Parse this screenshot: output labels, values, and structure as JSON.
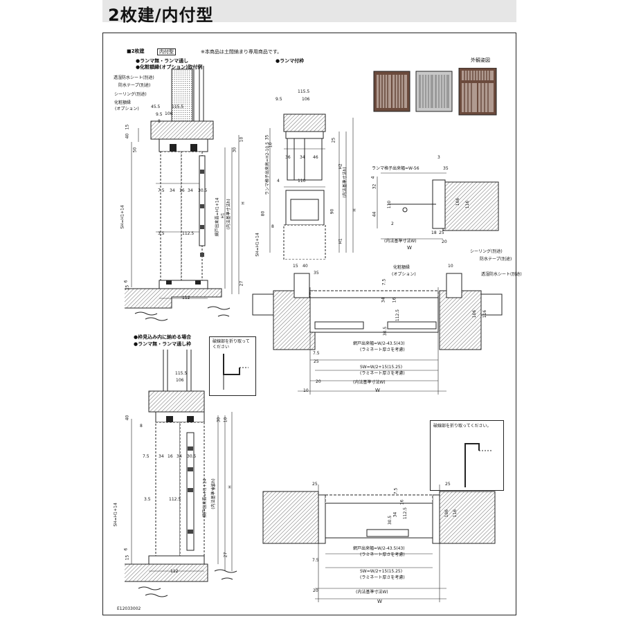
{
  "header": {
    "title": "2枚建/内付型"
  },
  "section_a": {
    "title": "■2枚建",
    "badge": "内付型",
    "note": "※本商品は土間納まり専用商品です。",
    "bullet1": "●ランマ無・ランマ通し",
    "bullet2": "●化粧額縁(オプション)取付例",
    "bullet3": "●ランマ付枠",
    "callout_1": "透湿防水シート(別途)",
    "callout_2": "防水テープ(別途)",
    "callout_3": "シーリング(別途)",
    "callout_4": "化粧額縁",
    "callout_5": "(オプション)",
    "external_view": "外観姿図",
    "figure_labels": [
      "",
      "",
      ""
    ]
  },
  "section_b": {
    "bullet1": "●枠見込み内に納める場合",
    "bullet2": "●ランマ無・ランマ通し枠",
    "note_1": "破線部を折り取って",
    "note_2": "ください",
    "note_3": "破線部を折り取ってください。"
  },
  "dimensions": {
    "lv_115_5": "115.5",
    "lv_106": "106",
    "lv_45_5": "45.5",
    "lv_9_5": "9.5",
    "lv_8": "8",
    "lv_40": "40",
    "lv_15": "15",
    "lv_50": "50",
    "lv_30": "30",
    "lv_10": "10",
    "lv_7_5": "7.5",
    "lv_34a": "34",
    "lv_16": "16",
    "lv_34b": "34",
    "lv_30_5": "30.5",
    "lv_3_5": "3.5",
    "lv_112_5": "112.5",
    "lv_6": "6",
    "lv_15b": "15",
    "lv_27": "27",
    "lv_112": "112",
    "lv_sh": "SH=H1+14",
    "lv_amido": "網戸出来高=H1+14",
    "lv_h1": "H1",
    "lv_h": "H",
    "lv_uchi": "(内法基準寸法h)",
    "rn_115_5": "115.5",
    "rn_106": "106",
    "rn_9_5": "9.5",
    "rn_35": "35",
    "rn_10": "10",
    "rn_36": "36",
    "rn_34": "34",
    "rn_46": "46",
    "rn_25": "25",
    "rn_4": "4",
    "rn_110": "110",
    "rn_8": "8",
    "rn_80": "80",
    "rn_90": "90",
    "rn_h2": "H2",
    "rn_h1": "H1",
    "rn_h": "H",
    "rn_ranma": "ランマ格子出来高=H2-10.5",
    "rn_sh": "SH=H1+14",
    "rn_uchi": "(内法基準寸法h)",
    "rp_w": "ランマ格子出来幅=W-56",
    "rp_3": "3",
    "rp_35": "35",
    "rp_4": "4",
    "rp_32": "32",
    "rp_110": "110",
    "rp_44": "44",
    "rp_2": "2",
    "rp_106": "106",
    "rp_116": "116",
    "rp_18": "18",
    "rp_25": "25",
    "rp_20": "20",
    "rp_uchi": "(内法基準寸法W)",
    "rp_W": "W",
    "pa_15": "15",
    "pa_40": "40",
    "pa_35": "35",
    "pa_10": "10",
    "pa_sealing": "シーリング(別途)",
    "pa_tape": "防水テープ(別途)",
    "pa_sheet": "透湿防水シート(別途)",
    "pa_gakubuchi": "化粧額縁",
    "pa_option": "(オプション)",
    "pa_7_5": "7.5",
    "pa_34": "34",
    "pa_30_5": "30.5",
    "pa_112_5": "112.5",
    "pa_16": "16",
    "pa_106": "106",
    "pa_116": "116",
    "pa_amido": "網戸出来幅=W/2-43.5(43)",
    "pa_lam": "(ラミネート厚さを考慮)",
    "pa_sw": "SW=W/2+15(15.25)",
    "pa_lam2": "(ラミネート厚さを考慮)",
    "pa_20": "20",
    "pa_uchi": "(内法基準寸法W)",
    "pa_W": "W",
    "pa_7_5b": "7.5",
    "pa_25": "25",
    "pa_10b": "10",
    "lb_115_5": "115.5",
    "lb_106": "106",
    "lb_40": "40",
    "lb_8": "8",
    "lb_30": "30",
    "lb_10": "10",
    "lb_7_5": "7.5",
    "lb_34a": "34",
    "lb_16": "16",
    "lb_34b": "34",
    "lb_30_5": "30.5",
    "lb_3_5": "3.5",
    "lb_112_5": "112.5",
    "lb_6": "6",
    "lb_15": "15",
    "lb_27": "27",
    "lb_112": "112",
    "lb_sh": "SH=H1+14",
    "lb_amido": "網戸出来高=H1+14",
    "lb_h1": "H1",
    "lb_h": "H",
    "lb_uchi": "(内法基準寸法h)",
    "pb_25": "25",
    "pb_7_5": "7.5",
    "pb_34": "34",
    "pb_30_5": "30.5",
    "pb_112_5": "112.5",
    "pb_16": "16",
    "pb_106": "106",
    "pb_116": "116",
    "pb_amido": "網戸出来幅=W/2-43.5(43)",
    "pb_lam": "(ラミネート厚さを考慮)",
    "pb_sw": "SW=W/2+15(15.25)",
    "pb_lam2": "(ラミネート厚さを考慮)",
    "pb_20": "20",
    "pb_uchi": "(内法基準寸法W)",
    "pb_W": "W",
    "pb_7_5b": "7.5",
    "pb_25b": "25"
  },
  "footer": {
    "code": "E12033002"
  }
}
